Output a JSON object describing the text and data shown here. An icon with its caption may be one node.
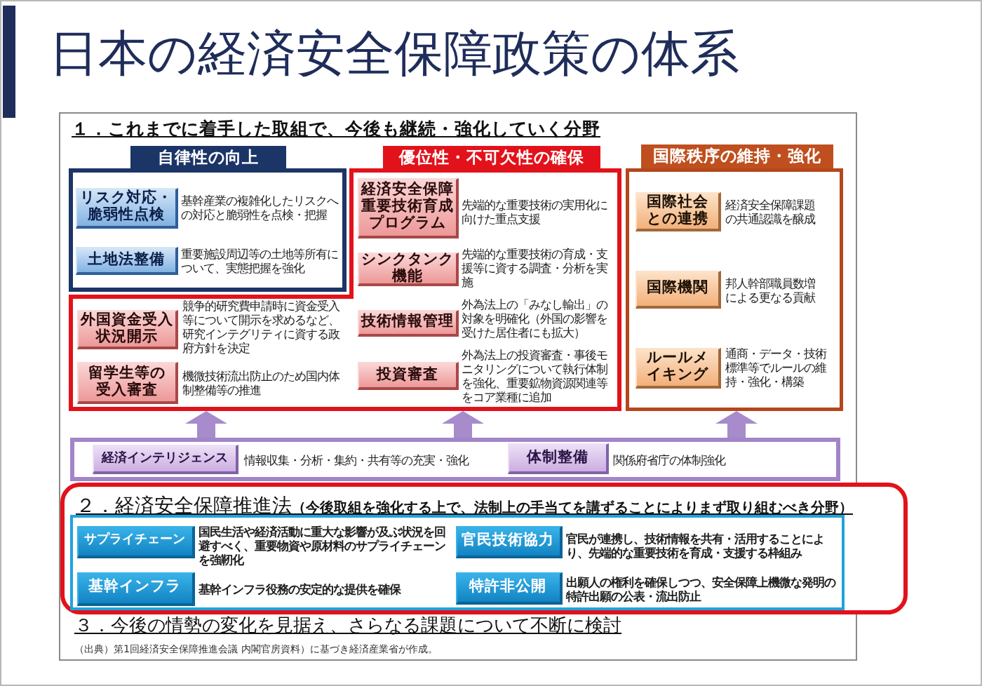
{
  "diagram": {
    "title": "日本の経済安全保障政策の体系",
    "nodes": [
      {
        "text": [
          "自律性の向上"
        ]
      },
      {
        "text": [
          "リスク対応・脆弱性点検"
        ],
        "in": 0,
        "beside": [
          "基幹産業の複雑化したリスクへの対応と脆弱性を点検・把握"
        ]
      },
      {
        "text": [
          "土地法整備"
        ],
        "in": 0,
        "beside": [
          "重要施設周辺等の土地等所有について、実態把握を強化"
        ]
      },
      {
        "text": [],
        "shape": "box"
      },
      {
        "text": [
          "外国資金受入状況開示"
        ],
        "in": 3,
        "beside": [
          "競争的研究費申請時に資金受入等について開示を求めるなど、研究インテグリティに資する政府方針を決定"
        ]
      },
      {
        "text": [
          "留学生等の受入審査"
        ],
        "in": 3,
        "beside": [
          "機微技術流出防止のため国内体制整備等の推進"
        ]
      },
      {
        "text": [
          "優位性・不可欠性の確保"
        ]
      },
      {
        "text": [
          "経済安全保障重要技術育成プログラム"
        ],
        "in": 6,
        "beside": [
          "先端的な重要技術の実用化に向けた重点支援"
        ]
      },
      {
        "text": [
          "シンクタンク機能"
        ],
        "in": 6,
        "beside": [
          "先端的な重要技術の育成・支援等に資する調査・分析を実施"
        ]
      },
      {
        "text": [
          "技術情報管理"
        ],
        "in": 6,
        "beside": [
          "外為法上の「みなし輸出」の対象を明確化（外国の影響を受けた居住者にも拡大）"
        ]
      },
      {
        "text": [
          "投資審査"
        ],
        "in": 6,
        "beside": [
          "外為法上の投資審査・事後モニタリングについて執行体制を強化、重要鉱物資源関連等をコア業種に追加"
        ]
      },
      {
        "text": [
          "国際秩序の維持・強化"
        ]
      },
      {
        "text": [
          "国際社会との連携"
        ],
        "in": 11,
        "beside": [
          "経済安全保障課題の共通認識を醸成"
        ]
      },
      {
        "text": [
          "国際機関"
        ],
        "in": 11,
        "beside": [
          "邦人幹部職員数増による更なる貢献"
        ]
      },
      {
        "text": [
          "ルールメイキング"
        ],
        "in": 11,
        "beside": [
          "通商・データ・技術標準等でルールの維持・強化・構築"
        ]
      },
      {
        "text": [],
        "shape": "box"
      },
      {
        "text": [
          "経済インテリジェンス"
        ],
        "in": 15,
        "beside": [
          "情報収集・分析・集約・共有等の充実・強化"
        ]
      },
      {
        "text": [
          "体制整備"
        ],
        "in": 15,
        "beside": [
          "関係府省庁の体制強化"
        ]
      },
      {
        "text": [
          "２．経済安全保障推進法",
          "（今後取組を強化する上で、法制上の手当てを講ずることによりまず取り組むべき分野）"
        ]
      },
      {
        "text": [],
        "shape": "box",
        "in": 18
      },
      {
        "text": [
          "サプライチェーン"
        ],
        "in": 19,
        "beside": [
          "国民生活や経済活動に重大な影響が及ぶ状況を回避すべく、重要物資や原材料のサプライチェーンを強靭化"
        ]
      },
      {
        "text": [
          "基幹インフラ"
        ],
        "in": 19,
        "beside": [
          "基幹インフラ役務の安定的な提供を確保"
        ]
      },
      {
        "text": [
          "官民技術協力"
        ],
        "in": 19,
        "beside": [
          "官民が連携し、技術情報を共有・活用することにより、先端的な重要技術を育成・支援する枠組み"
        ]
      },
      {
        "text": [
          "特許非公開"
        ],
        "in": 19,
        "beside": [
          "出願人の権利を確保しつつ、安全保障上機微な発明の特許出願の公表・流出防止"
        ]
      }
    ],
    "edges": [
      {
        "from": 15,
        "to": 3,
        "arrow": "to"
      },
      {
        "from": 15,
        "to": 6,
        "arrow": "to"
      },
      {
        "from": 15,
        "to": 11,
        "arrow": "to"
      }
    ],
    "labels": [
      "１．これまでに着手した取組で、今後も継続・強化していく分野",
      "３．今後の情勢の変化を見据え、さらなる課題について不断に検討",
      "（出典）第1回経済安全保障推進会議 内閣官房資料）に基づき経済産業省が作成。"
    ]
  }
}
